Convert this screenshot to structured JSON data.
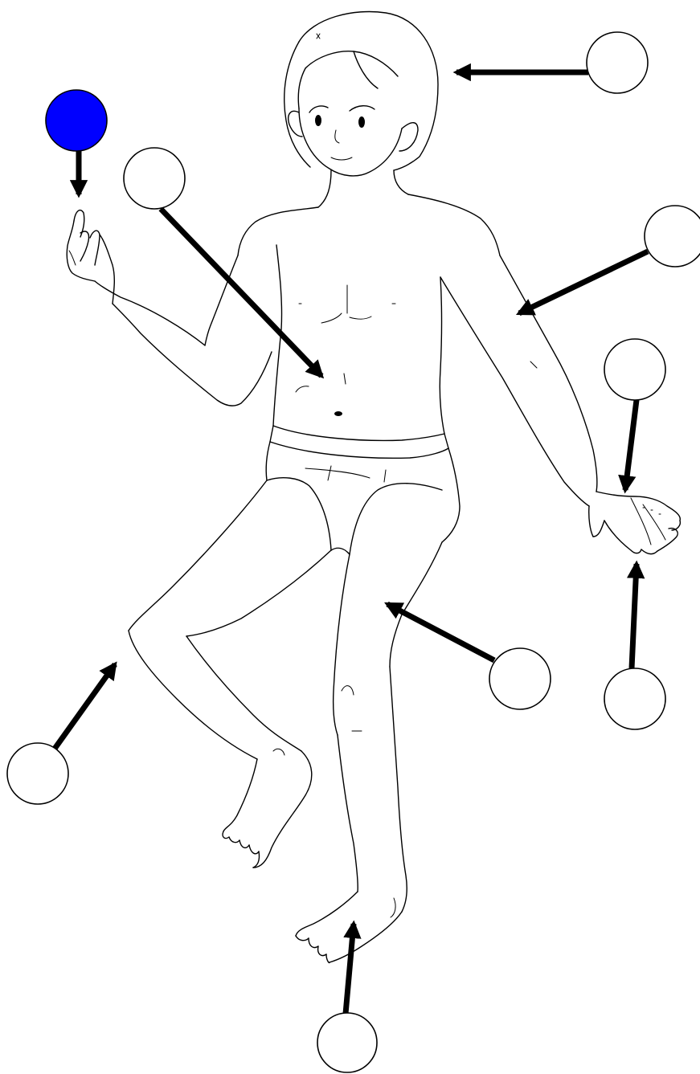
{
  "colors": {
    "background": "#ffffff",
    "line": "#000000",
    "circle_empty": "#ffffff",
    "circle_selected": "#0000ff"
  },
  "labels": [
    {
      "id": "head",
      "selected": false
    },
    {
      "id": "left-fingers",
      "selected": true
    },
    {
      "id": "chest-belly",
      "selected": false
    },
    {
      "id": "right-arm",
      "selected": false
    },
    {
      "id": "right-hand-back",
      "selected": false
    },
    {
      "id": "right-fingers",
      "selected": false
    },
    {
      "id": "thigh",
      "selected": false
    },
    {
      "id": "knee-left",
      "selected": false
    },
    {
      "id": "foot",
      "selected": false
    }
  ]
}
